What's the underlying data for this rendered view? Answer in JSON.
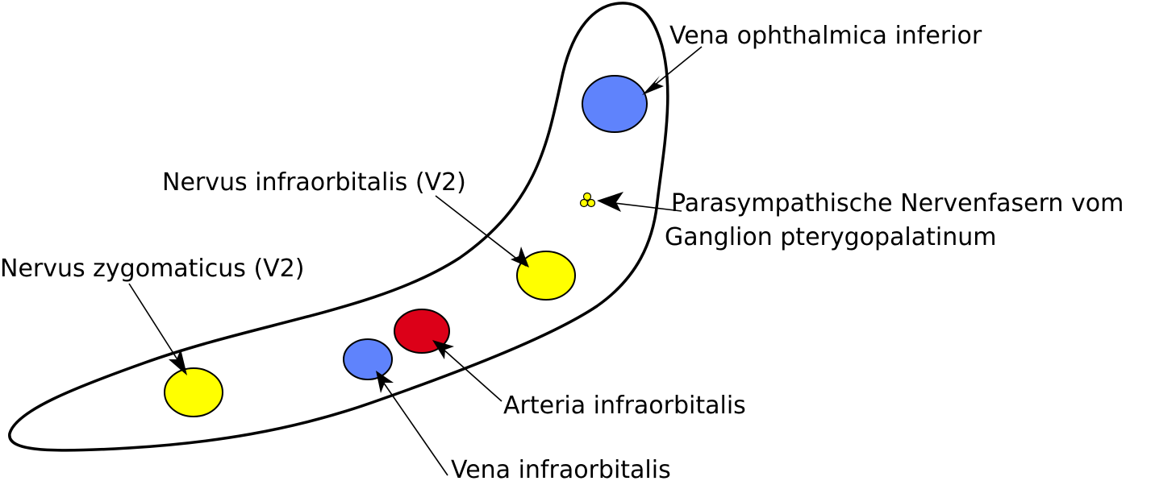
{
  "diagram": {
    "title": "Cross-section of the infraorbital canal contents",
    "colors": {
      "vein": "#5f83fc",
      "artery": "#dc0018",
      "nerve": "#ffff00",
      "outline": "#000000",
      "background": "#ffffff"
    },
    "labels": {
      "vena_ophthalmica_inferior": "Vena ophthalmica inferior",
      "parasympathische_line1": "Parasympathische Nervenfasern vom",
      "parasympathische_line2": "Ganglion pterygopalatinum",
      "nervus_infraorbitalis": "Nervus infraorbitalis (V2)",
      "nervus_zygomaticus": "Nervus zygomaticus (V2)",
      "arteria_infraorbitalis": "Arteria infraorbitalis",
      "vena_infraorbitalis": "Vena infraorbitalis"
    },
    "structures": [
      {
        "id": "vena-ophthalmica-inferior",
        "type": "vein"
      },
      {
        "id": "parasympathetic-fibers",
        "type": "nerve"
      },
      {
        "id": "nervus-infraorbitalis",
        "type": "nerve"
      },
      {
        "id": "arteria-infraorbitalis",
        "type": "artery"
      },
      {
        "id": "vena-infraorbitalis",
        "type": "vein"
      },
      {
        "id": "nervus-zygomaticus",
        "type": "nerve"
      }
    ]
  }
}
